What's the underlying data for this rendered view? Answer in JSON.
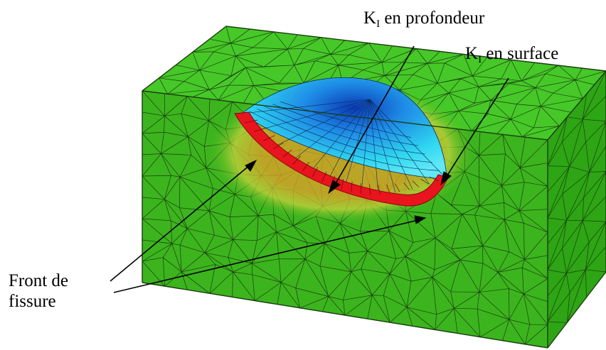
{
  "labels": {
    "k_depth": {
      "symbol": "K",
      "subscript": "I",
      "text": " en profondeur"
    },
    "k_surface": {
      "symbol": "K",
      "subscript": "I",
      "text": " en surface"
    },
    "crack_front": {
      "line1": "Front de",
      "line2": "fissure"
    }
  },
  "colors": {
    "block_front": "#3cb41e",
    "block_top": "#46c828",
    "block_side": "#2da514",
    "mesh_line": "#1a3d10",
    "crack_front": "#e8141e",
    "crack_face_light": "#30d8f0",
    "crack_face_mid": "#1e8ce6",
    "crack_face_dark": "#0a3ab4",
    "transition_yellow": "#c8d23c",
    "transition_orange": "#e6a028"
  }
}
